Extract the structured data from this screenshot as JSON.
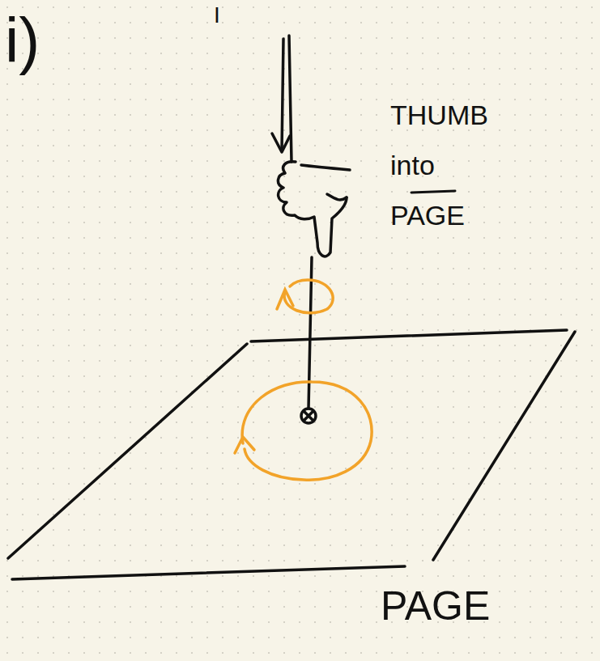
{
  "diagram": {
    "labels": [
      "i)",
      "I",
      "THUMB into PAGE",
      "PAGE"
    ]
  }
}
